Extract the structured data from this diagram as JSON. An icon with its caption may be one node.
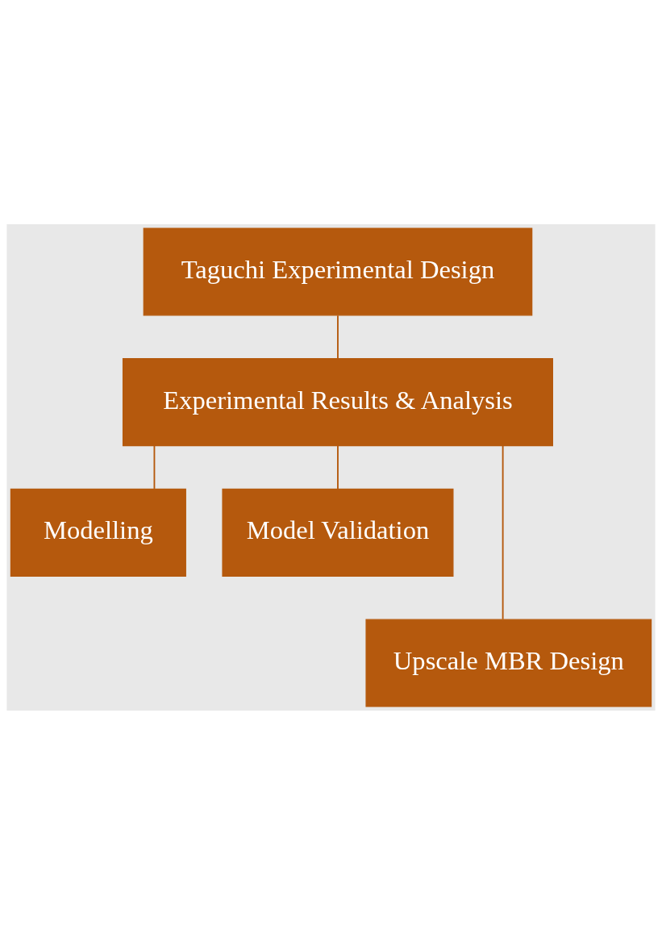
{
  "diagram": {
    "nodes": [
      {
        "text": [
          "Taguchi Experimental Design"
        ]
      },
      {
        "text": [
          "Experimental Results & Analysis"
        ]
      },
      {
        "text": [
          "Modelling"
        ]
      },
      {
        "text": [
          "Model Validation"
        ]
      },
      {
        "text": [
          "Upscale MBR Design"
        ]
      }
    ],
    "edges": [
      {
        "from": 0,
        "to": 1,
        "arrow": "none"
      },
      {
        "from": 1,
        "to": 2,
        "arrow": "none"
      },
      {
        "from": 1,
        "to": 3,
        "arrow": "none"
      },
      {
        "from": 1,
        "to": 4,
        "arrow": "none"
      }
    ]
  }
}
